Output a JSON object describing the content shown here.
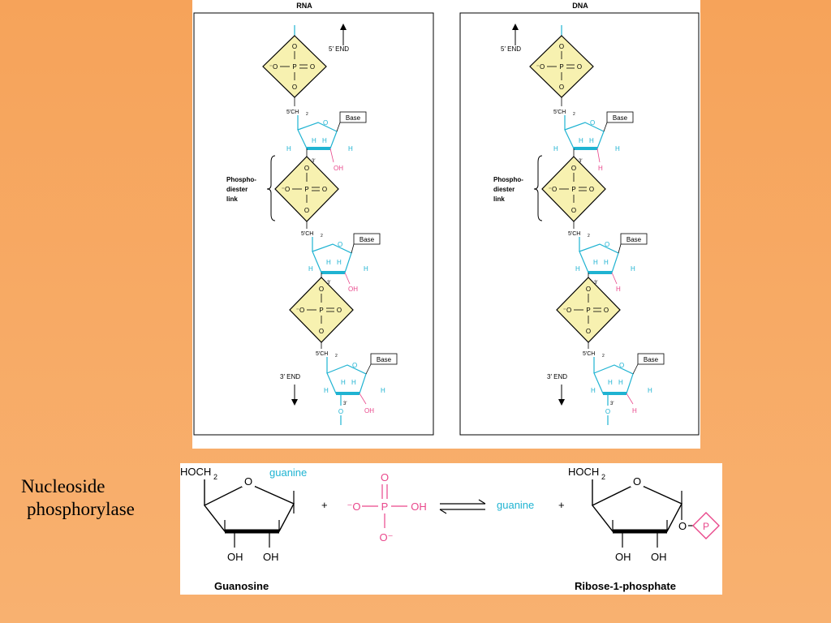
{
  "rna": {
    "title": "RNA",
    "five_end": "5′ END",
    "three_end": "3′ END",
    "bracket": [
      "Phospho-",
      "diester",
      "link"
    ],
    "substituent": "OH",
    "units": [
      {
        "c5": "5′CH",
        "base": "Base",
        "c3": "3′"
      },
      {
        "c5": "5′CH",
        "base": "Base",
        "c3": "3′"
      },
      {
        "c5": "5′CH",
        "base": "Base",
        "c3": "3′"
      }
    ]
  },
  "dna": {
    "title": "DNA",
    "five_end": "5′ END",
    "three_end": "3′ END",
    "bracket": [
      "Phospho-",
      "diester",
      "link"
    ],
    "substituent": "H",
    "units": [
      {
        "c5": "5′CH",
        "base": "Base",
        "c3": "3′"
      },
      {
        "c5": "5′CH",
        "base": "Base",
        "c3": "3′"
      },
      {
        "c5": "5′CH",
        "base": "Base",
        "c3": "3′"
      }
    ]
  },
  "atoms": {
    "oxygen": "O",
    "phosphorus": "P",
    "hydrogen": "H",
    "o_minus": "⁻O",
    "eq_o": "═O",
    "sub2": "2"
  },
  "reaction": {
    "enzyme_line1": "Nucleoside",
    "enzyme_line2": "phosphorylase",
    "reactant": {
      "hoch": "HOCH",
      "sub": "2",
      "base": "guanine",
      "ring_o": "O",
      "oh_left": "OH",
      "oh_right": "OH",
      "name": "Guanosine"
    },
    "plus1": "+",
    "phosphate": {
      "o_top": "O",
      "o_left": "⁻O",
      "p": "P",
      "oh": "OH",
      "o_bottom": "O⁻"
    },
    "product_base": "guanine",
    "plus2": "+",
    "product": {
      "hoch": "HOCH",
      "sub": "2",
      "ring_o": "O",
      "oh_left": "OH",
      "oh_right": "OH",
      "link_o": "O",
      "p_badge": "P",
      "name": "Ribose-1-phosphate"
    }
  },
  "colors": {
    "cyan": "#1fb3d2",
    "pink": "#e9478b",
    "diamond_fill": "#f7f1b0",
    "background": "#f6a35a"
  }
}
